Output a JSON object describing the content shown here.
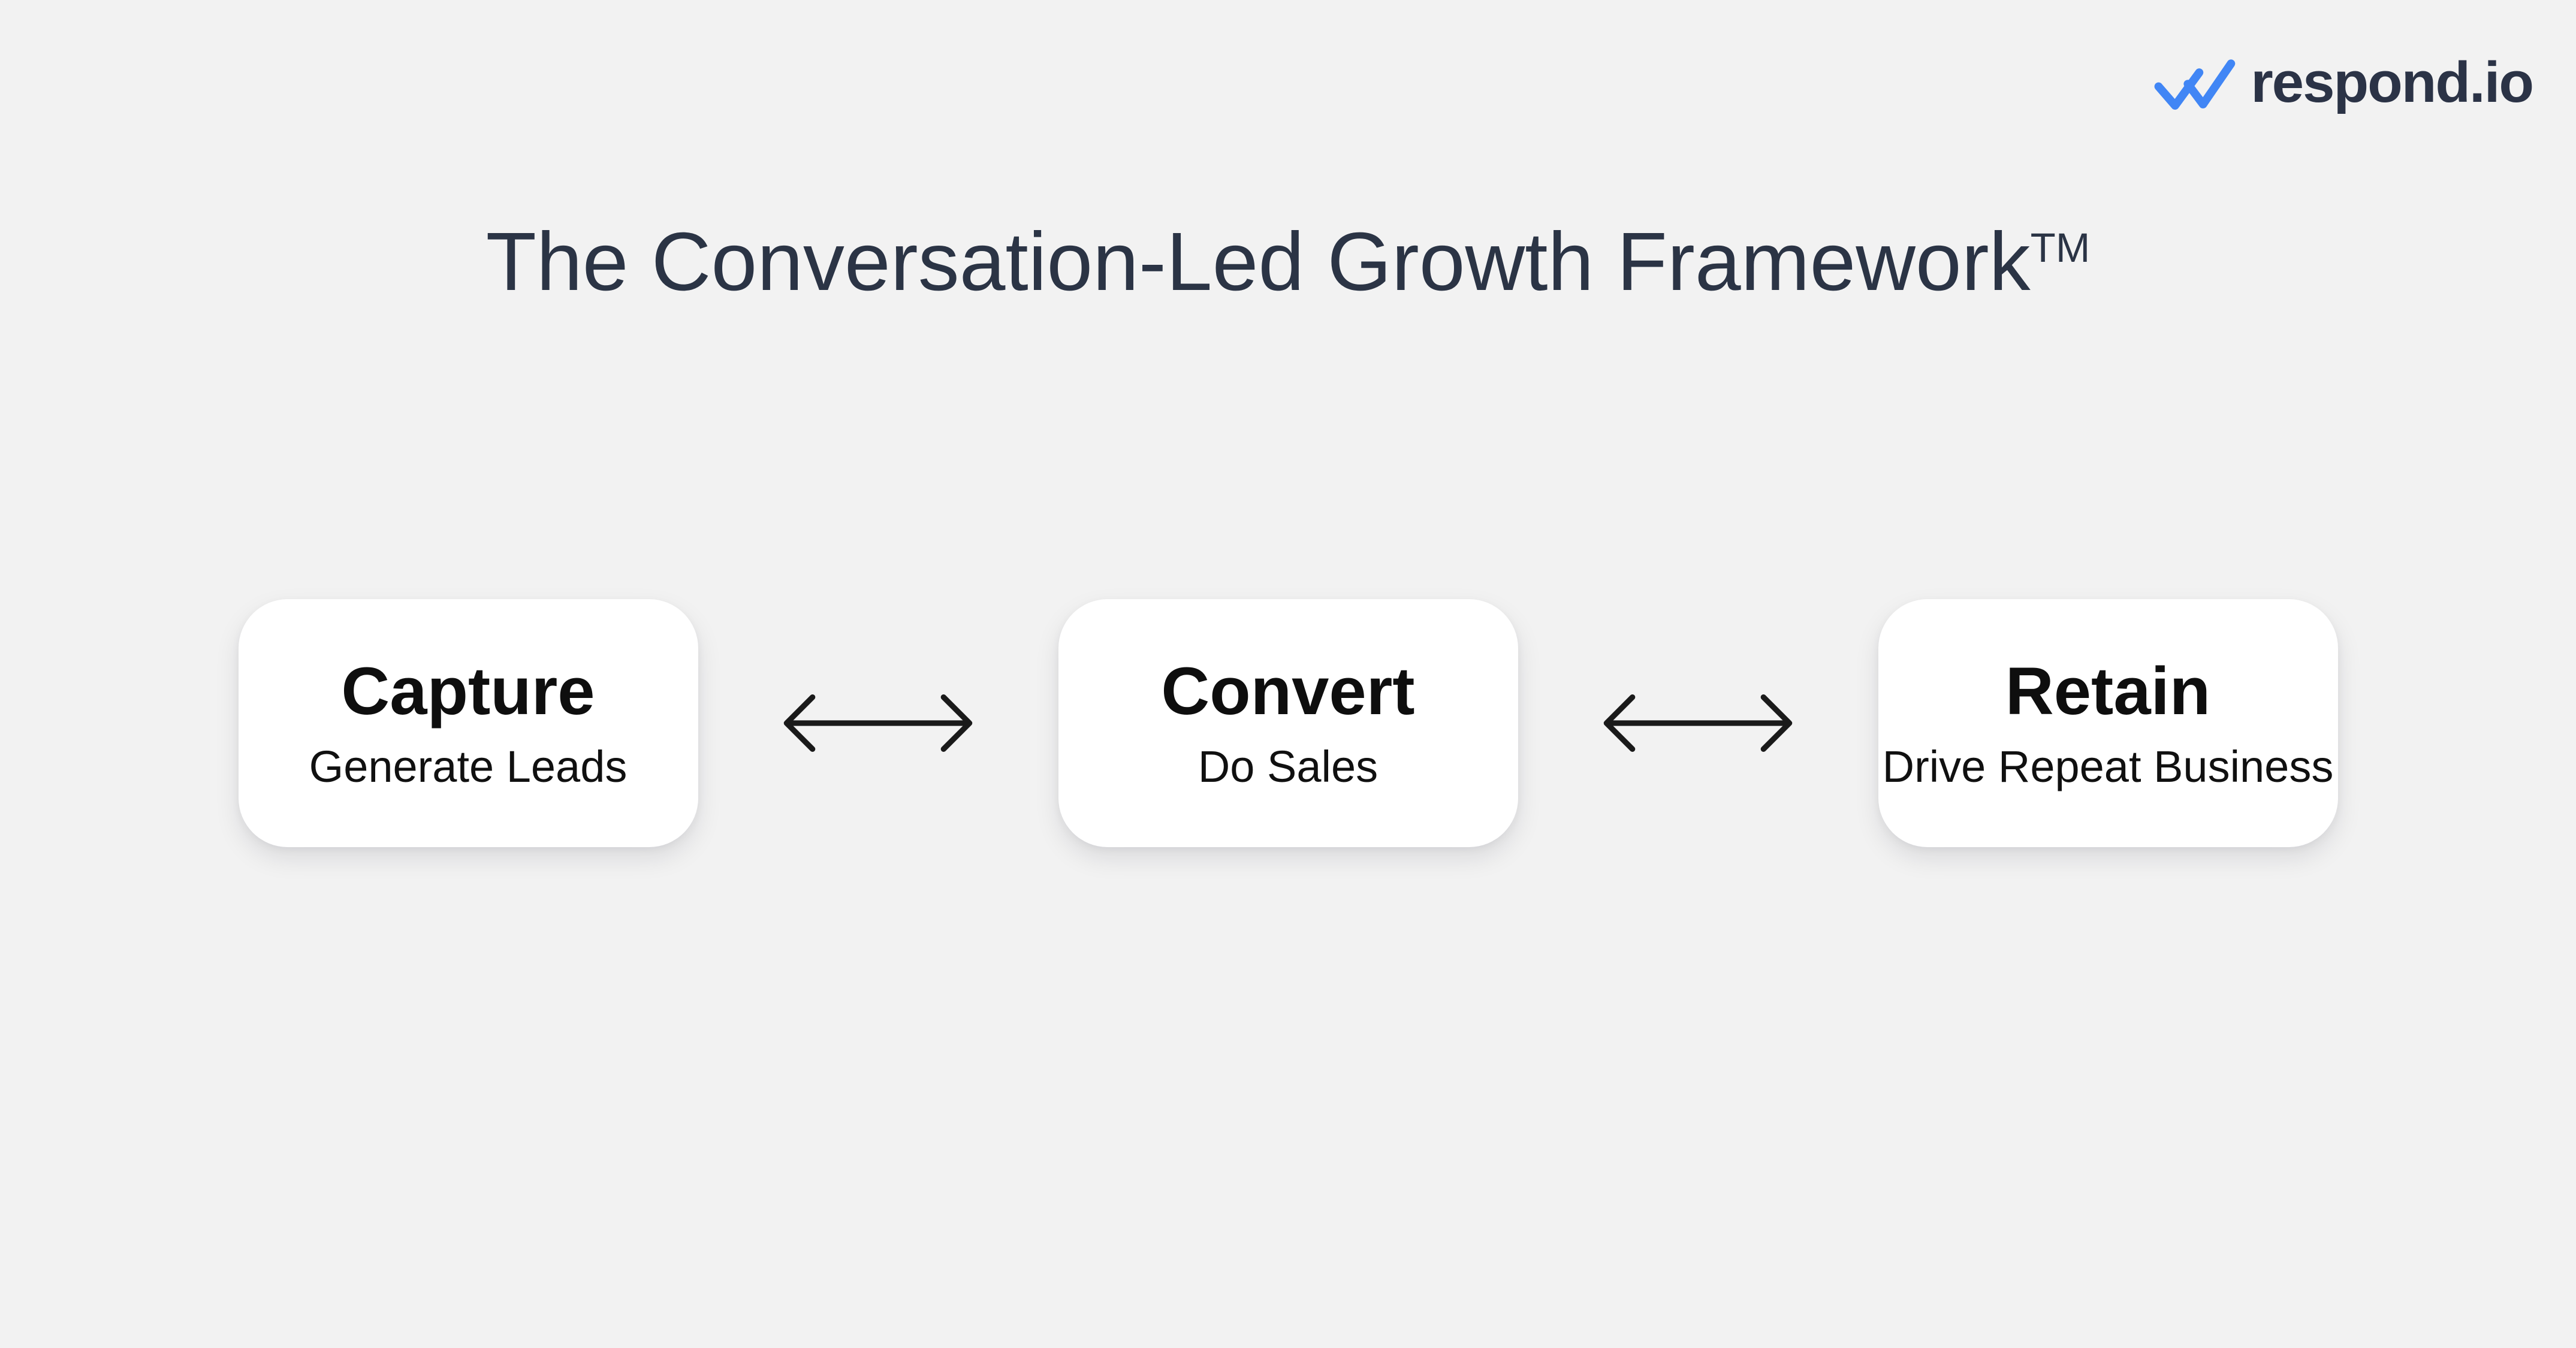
{
  "page": {
    "background_color": "#F2F2F2"
  },
  "header": {
    "logo": {
      "text": "respond.io",
      "icon": "double-checkmark",
      "icon_color": "#4186F5",
      "text_color": "#2B3346"
    }
  },
  "title": {
    "text": "The Conversation-Led Growth Framework",
    "trademark": "TM",
    "color": "#2B3445"
  },
  "flow": {
    "connector_symbol": "double-headed-arrow",
    "connector_color": "#1A1A1A",
    "steps": [
      {
        "name": "Capture",
        "description": "Generate Leads"
      },
      {
        "name": "Convert",
        "description": "Do Sales"
      },
      {
        "name": "Retain",
        "description": "Drive Repeat Business"
      }
    ]
  }
}
